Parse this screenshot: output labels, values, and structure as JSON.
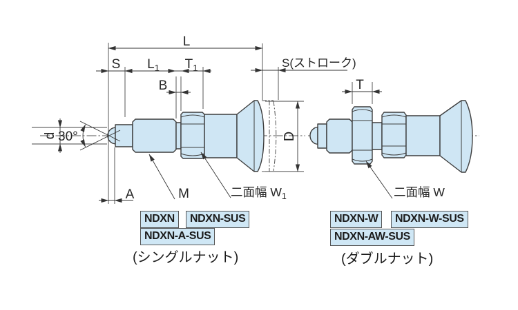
{
  "colors": {
    "body_fill": "#cfe6f4",
    "outline": "#3d3d3d",
    "dimension_line": "#333333",
    "badge_bg": "#cfe7f5",
    "badge_border": "#555555"
  },
  "dimensions": {
    "overall_length": "L",
    "stroke_short": "S",
    "thread_length": {
      "base": "L",
      "sub": "1"
    },
    "nut_thickness_single": {
      "base": "T",
      "sub": "1"
    },
    "groove_width": "B",
    "stroke_full": "S(ストローク)",
    "nut_thickness_double": "T",
    "pin_diameter": "d",
    "tip_angle": "30°",
    "tip_length": "A",
    "thread_size": "M",
    "knob_diameter": "D",
    "across_flats_single": {
      "base": "二面幅 W",
      "sub": "1"
    },
    "across_flats_double": "二面幅 W"
  },
  "variants": {
    "single": {
      "badges": [
        "NDXN",
        "NDXN-SUS",
        "NDXN-A-SUS"
      ],
      "caption": "(シングルナット)"
    },
    "double": {
      "badges": [
        "NDXN-W",
        "NDXN-W-SUS",
        "NDXN-AW-SUS"
      ],
      "caption": "(ダブルナット)"
    }
  }
}
